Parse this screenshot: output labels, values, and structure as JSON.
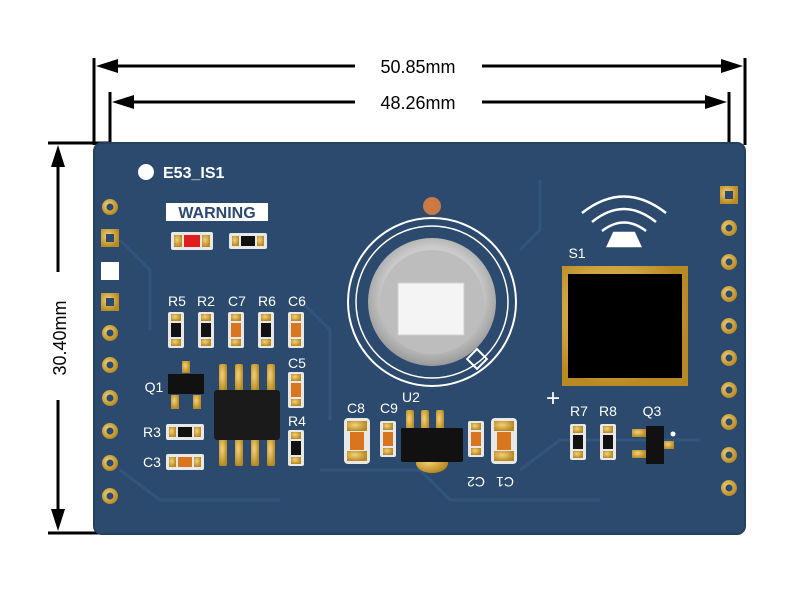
{
  "dimensions": {
    "outer_width": "50.85mm",
    "hole_spacing": "48.26mm",
    "height": "30.40mm"
  },
  "board": {
    "name": "E53_IS1",
    "warning": "WARNING",
    "components": {
      "R5": "R5",
      "R2": "R2",
      "C7": "C7",
      "R6": "R6",
      "C6": "C6",
      "C5": "C5",
      "R4": "R4",
      "Q1": "Q1",
      "R3": "R3",
      "C3": "C3",
      "C8": "C8",
      "C9": "C9",
      "U2": "U2",
      "C2": "C2",
      "C1": "C1",
      "S1": "S1",
      "R7": "R7",
      "R8": "R8",
      "Q3": "Q3"
    },
    "plus_sign": "+"
  },
  "colors": {
    "board": "#2b4a6e",
    "board_edge": "#24405f",
    "gold": "#d6a93a",
    "silk": "#ffffff"
  }
}
